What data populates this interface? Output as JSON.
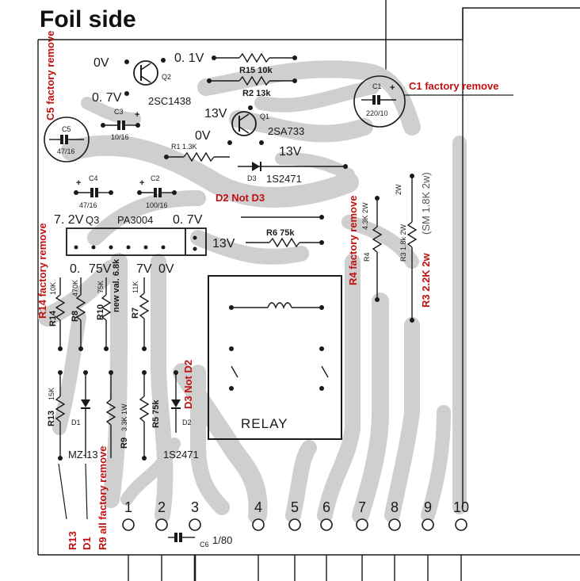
{
  "title": "Foil side",
  "transistors": [
    {
      "ref": "Q2",
      "part": "2SC1438"
    },
    {
      "ref": "Q1",
      "part": "2SA733"
    },
    {
      "ref": "Q3",
      "part": "PA3004"
    }
  ],
  "voltages": {
    "q2_left": "0V",
    "q2_top": "0. 1V",
    "q2_bottom": "0. 7V",
    "q1_top": "13V",
    "q1_left": "0V",
    "mid_13v": "13V",
    "q3_left": "7. 2V",
    "q3_right": "0. 7V",
    "r6_left": "13V",
    "lower_1": "0.",
    "lower_2": "75V",
    "lower_3": "7V",
    "lower_4": "0V"
  },
  "components": {
    "r15": "R15 10k",
    "r2": "R2 13k",
    "r1": "R1 1.3K",
    "c3": "C3",
    "c3_val": "10/16",
    "c5": "C5",
    "c5_val": "47/16",
    "c4": "C4",
    "c4_val": "47/16",
    "c2": "C2",
    "c2_val": "100/16",
    "c1": "C1",
    "c1_val": "220/10",
    "d3": "D3",
    "d3_part": "1S2471",
    "r6": "R6 75k",
    "r4": "R4",
    "r4_val": "4.3K 2W",
    "r3": "R3 1.8k 2W",
    "r3_side": "2W",
    "r14": "R14",
    "r14_val": "10K",
    "r8": "R8",
    "r8_val": "470K",
    "r10": "R10",
    "r10_val": "75K",
    "r10_new": "new val. 6.8k",
    "r7": "R7",
    "r7_val": "11K",
    "r13": "R13",
    "r13_val": "15K",
    "d1": "D1",
    "d1_part": "MZ-13",
    "r9": "R9",
    "r9_val": "3.3K 1W",
    "r5": "R5 75k",
    "d2": "D2",
    "d2_part": "1S2471",
    "c6": "C6",
    "c6_val": "1/80",
    "relay": "RELAY"
  },
  "pins": [
    "1",
    "2",
    "3",
    "4",
    "5",
    "6",
    "7",
    "8",
    "9",
    "10"
  ],
  "annotations": {
    "c5_remove": "C5 factory remove",
    "c1_remove": "C1 factory remove",
    "d2_not_d3": "D2 Not D3",
    "r14_remove": "R14 factory remove",
    "r4_remove": "R4 factory remove",
    "r3_change": "R3 2.2K 2w",
    "r3_sm": "(SM 1.8K 2w)",
    "d3_not_d2": "D3 Not D2",
    "r9_remove": "R9 all factory remove",
    "bottom_r13": "R13",
    "bottom_d1": "D1"
  },
  "colors": {
    "annotation": "#c01010",
    "trace": "#cfcfcf",
    "ink": "#1a1a1a"
  }
}
